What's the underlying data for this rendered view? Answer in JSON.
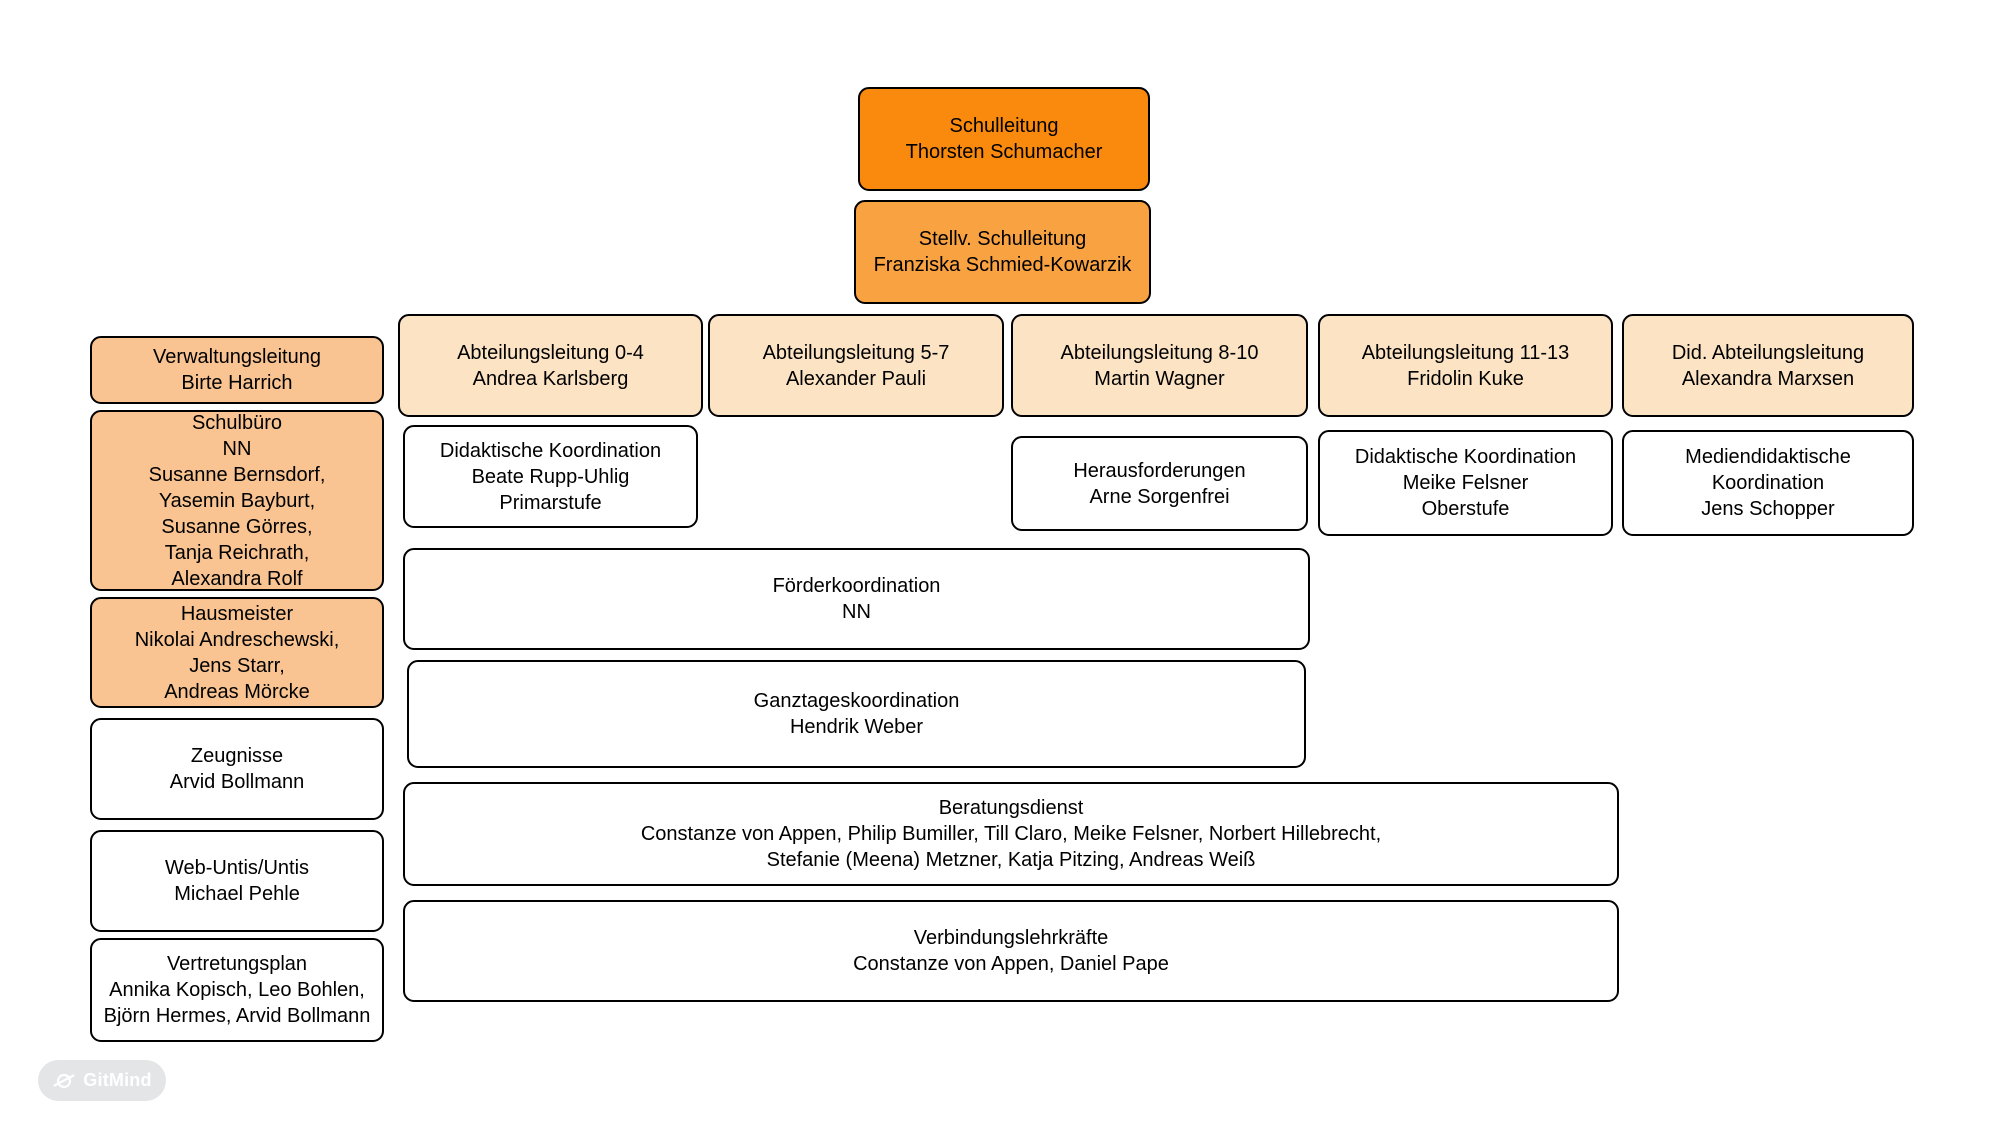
{
  "watermark": {
    "label": "GitMind"
  },
  "colors": {
    "level1": "#F98A0D",
    "level2": "#F9A242",
    "admin": "#F9C491",
    "department": "#FBE3C4",
    "plain": "#FFFFFF",
    "border": "#000000",
    "watermark_bg": "#E3E5E7"
  },
  "nodes": {
    "schulleitung": {
      "title": "Schulleitung",
      "people": "Thorsten Schumacher"
    },
    "stellv_schulleitung": {
      "title": "Stellv. Schulleitung",
      "people": "Franziska Schmied-Kowarzik"
    },
    "verwaltungsleitung": {
      "title": "Verwaltungsleitung",
      "people": "Birte Harrich"
    },
    "schulbuero": {
      "title": "Schulbüro",
      "people": "NN\nSusanne Bernsdorf,\nYasemin Bayburt,\nSusanne Görres,\nTanja Reichrath,\nAlexandra Rolf"
    },
    "hausmeister": {
      "title": "Hausmeister",
      "people": "Nikolai Andreschewski,\nJens Starr,\nAndreas Mörcke"
    },
    "zeugnisse": {
      "title": "Zeugnisse",
      "people": "Arvid Bollmann"
    },
    "web_untis": {
      "title": "Web-Untis/Untis",
      "people": "Michael Pehle"
    },
    "vertretungsplan": {
      "title": "Vertretungsplan",
      "people": "Annika Kopisch, Leo Bohlen,\nBjörn Hermes, Arvid Bollmann"
    },
    "abteilung_0_4": {
      "title": "Abteilungsleitung 0-4",
      "people": "Andrea Karlsberg"
    },
    "abteilung_5_7": {
      "title": "Abteilungsleitung 5-7",
      "people": "Alexander Pauli"
    },
    "abteilung_8_10": {
      "title": "Abteilungsleitung 8-10",
      "people": "Martin Wagner"
    },
    "abteilung_11_13": {
      "title": "Abteilungsleitung 11-13",
      "people": "Fridolin Kuke"
    },
    "did_abteilungsleitung": {
      "title": "Did. Abteilungsleitung",
      "people": "Alexandra Marxsen"
    },
    "didaktische_koordination_primarstufe": {
      "title": "Didaktische Koordination",
      "people": "Beate Rupp-Uhlig\nPrimarstufe"
    },
    "herausforderungen": {
      "title": "Herausforderungen",
      "people": "Arne Sorgenfrei"
    },
    "didaktische_koordination_oberstufe": {
      "title": "Didaktische Koordination",
      "people": "Meike Felsner\nOberstufe"
    },
    "mediendidaktische_koordination": {
      "title": "Mediendidaktische\nKoordination",
      "people": "Jens Schopper"
    },
    "foerderkoordination": {
      "title": "Förderkoordination",
      "people": "NN"
    },
    "ganztageskoordination": {
      "title": "Ganztageskoordination",
      "people": "Hendrik Weber"
    },
    "beratungsdienst": {
      "title": "Beratungsdienst",
      "people": "Constanze von Appen, Philip Bumiller, Till Claro, Meike Felsner, Norbert Hillebrecht,\nStefanie (Meena) Metzner, Katja Pitzing, Andreas Weiß"
    },
    "verbindungslehrkraefte": {
      "title": "Verbindungslehrkräfte",
      "people": "Constanze von Appen, Daniel Pape"
    }
  }
}
